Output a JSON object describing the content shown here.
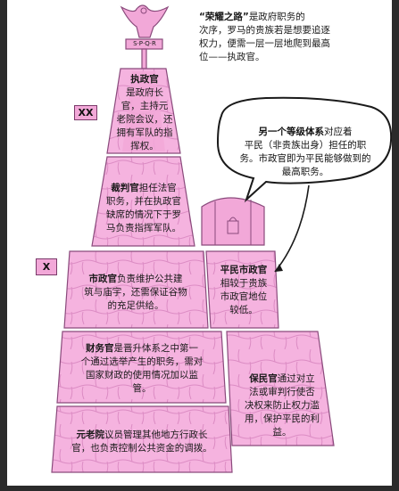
{
  "intro": {
    "highlight": "“荣耀之路”",
    "line1_rest": "是政府职务的",
    "line2": "次序，罗马的贵族若是想要追逐",
    "line3": "权力，便需一层一层地爬到最高",
    "line4": "位——执政官。"
  },
  "emblem_text": "S·P·Q·R",
  "levels": {
    "consul": {
      "title": "执政官",
      "lines": [
        "是政府长",
        "官，主持元",
        "老院会议，还",
        "拥有军队的指",
        "挥权。"
      ],
      "badge": "XX"
    },
    "praetor": {
      "title": "裁判官",
      "line1_rest": "担任法官",
      "lines": [
        "职务，并在执政官",
        "缺席的情况下于罗",
        "马负责指挥军队。"
      ]
    },
    "aedile": {
      "title": "市政官",
      "line1_rest": "负责维护公共建",
      "lines": [
        "筑与庙宇，还需保证谷物",
        "的充足供给。"
      ],
      "badge": "X"
    },
    "plebeian_aedile": {
      "title": "平民市政官",
      "lines": [
        "相较于贵族",
        "市政官地位",
        "较低。"
      ]
    },
    "quaestor": {
      "title": "财务官",
      "line1_rest": "是晋升体系之中第一",
      "lines": [
        "个通过选举产生的职务，需对",
        "国家财政的使用情况加以监",
        "管。"
      ]
    },
    "tribune": {
      "title": "保民官",
      "line1_rest": "通过对立",
      "lines": [
        "法或审判行使否",
        "决权来防止权力滥",
        "用，保护平民的利",
        "益。"
      ]
    },
    "senator": {
      "title": "元老院",
      "line1_rest": "议员管理其他地方行政长",
      "lines": [
        "官，也负责控制公共资金的调拨。"
      ]
    }
  },
  "bubble": {
    "highlight": "另一个等级体系",
    "line1_rest": "对应着",
    "lines": [
      "平民（非贵族出身）担任的职",
      "务。市政官即为平民能够做到的",
      "最高职务。"
    ]
  },
  "colors": {
    "pink": "#f2a8d8",
    "pink_dark": "#d884bf",
    "outline": "#8a4a7c"
  }
}
